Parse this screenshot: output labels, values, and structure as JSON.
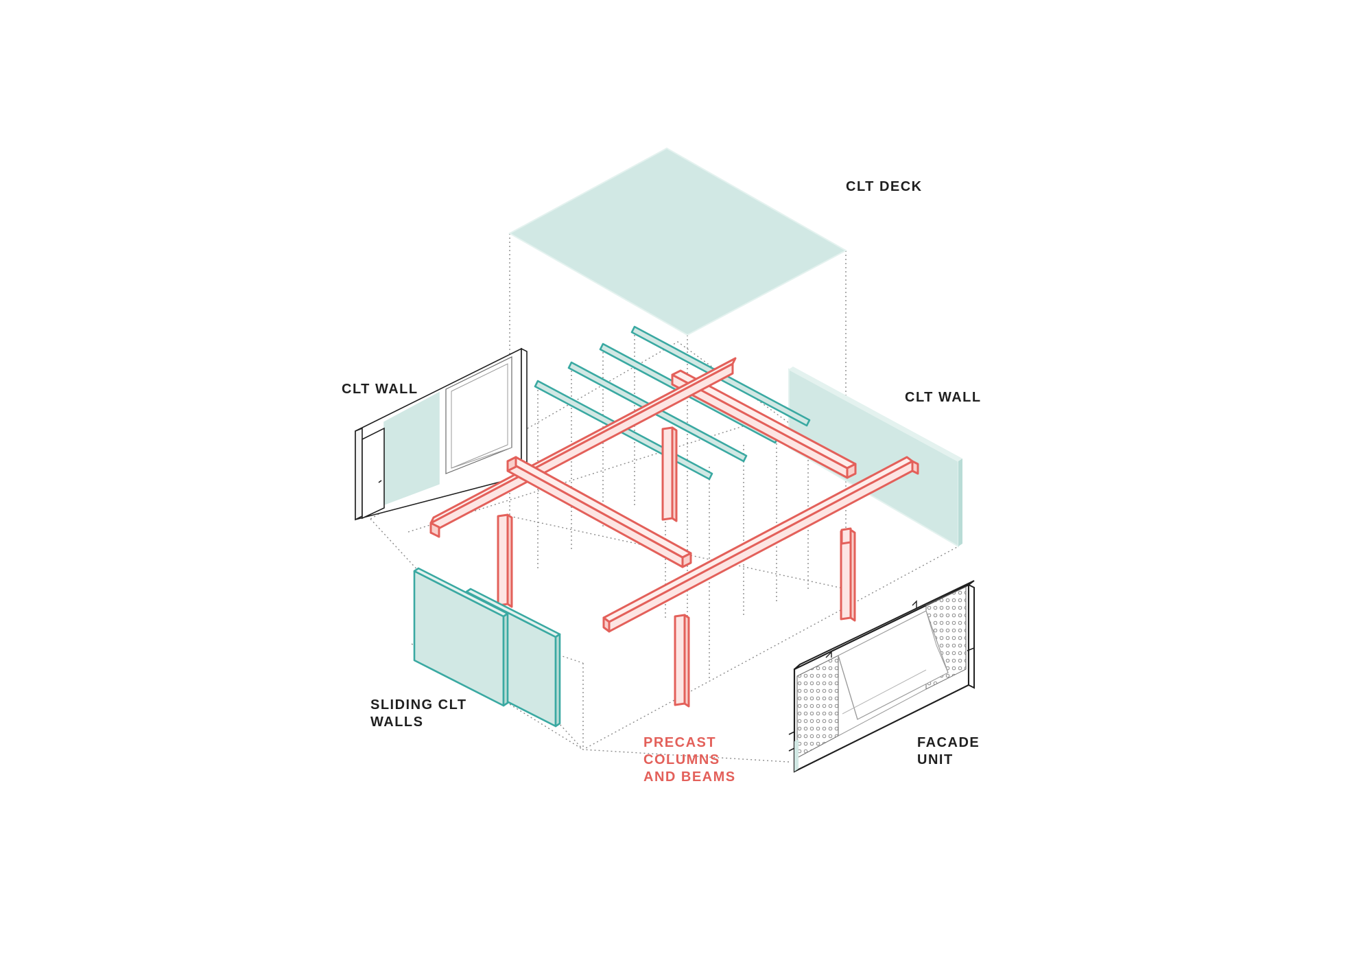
{
  "labels": {
    "clt_deck": "CLT DECK",
    "clt_wall_left": "CLT WALL",
    "clt_wall_right": "CLT WALL",
    "sliding_walls": [
      "SLIDING CLT",
      "WALLS"
    ],
    "precast": [
      "PRECAST",
      "COLUMNS",
      "AND BEAMS"
    ],
    "facade": [
      "FACADE",
      "UNIT"
    ]
  },
  "colors": {
    "teal_fill": "#d1e8e4",
    "teal_stroke": "#3aa9a2",
    "red_fill": "#fde5e3",
    "red_stroke": "#e3605a",
    "ink": "#1f1f1f",
    "dotted": "#8a8a8a"
  }
}
